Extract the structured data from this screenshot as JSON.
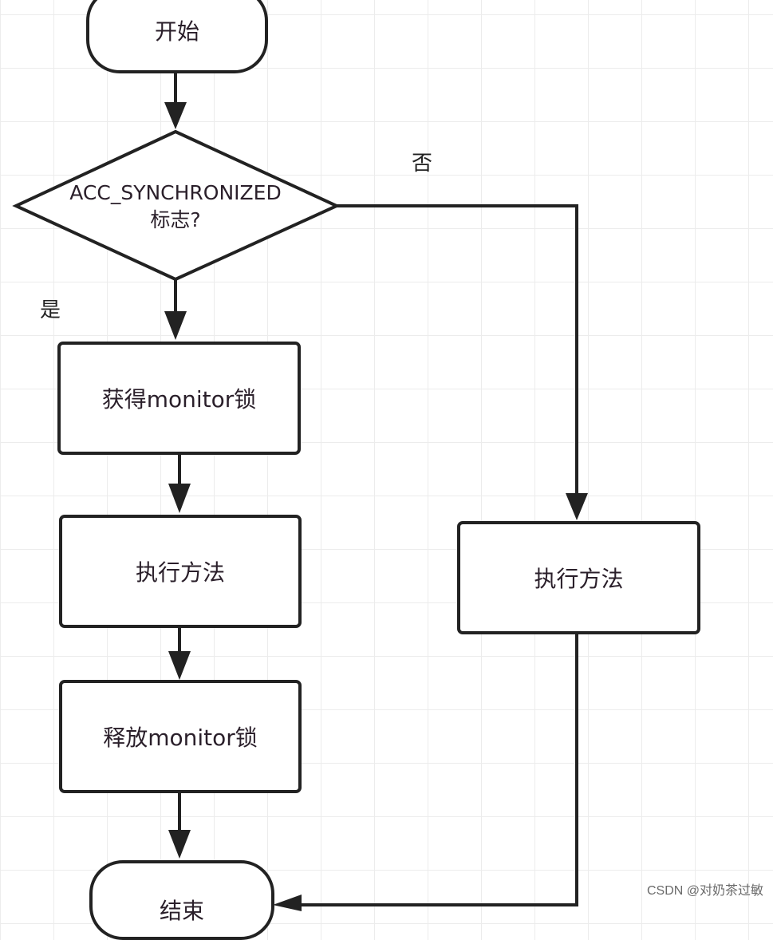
{
  "nodes": {
    "start": "开始",
    "decision_line1": "ACC_SYNCHRONIZED",
    "decision_line2": "标志?",
    "acquire": "获得monitor锁",
    "execute_left": "执行方法",
    "release": "释放monitor锁",
    "execute_right": "执行方法",
    "end": "结束"
  },
  "branch_labels": {
    "yes": "是",
    "no": "否"
  },
  "watermark": "CSDN @对奶茶过敏"
}
